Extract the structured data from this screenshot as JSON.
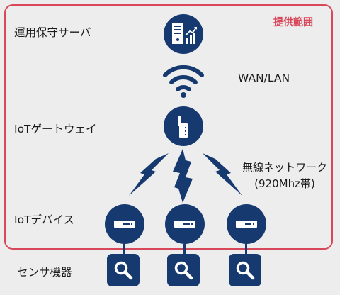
{
  "scope_label": "提供範囲",
  "labels": {
    "server": "運用保守サーバ",
    "gateway": "IoTゲートウェイ",
    "devices": "IoTデバイス",
    "sensors": "センサ機器",
    "wan": "WAN/LAN",
    "wireless_line1": "無線ネットワーク",
    "wireless_line2": "(920Mhz帯)"
  },
  "colors": {
    "navy": "#163a70",
    "scope_red": "#d9485a",
    "background": "#ededed"
  },
  "icons": {
    "server": "server-chart-icon",
    "wifi": "wifi-signal-icon",
    "gateway": "router-antenna-icon",
    "lightning": "lightning-bolt-icon",
    "device": "device-box-icon",
    "sensor": "magnifier-icon"
  }
}
